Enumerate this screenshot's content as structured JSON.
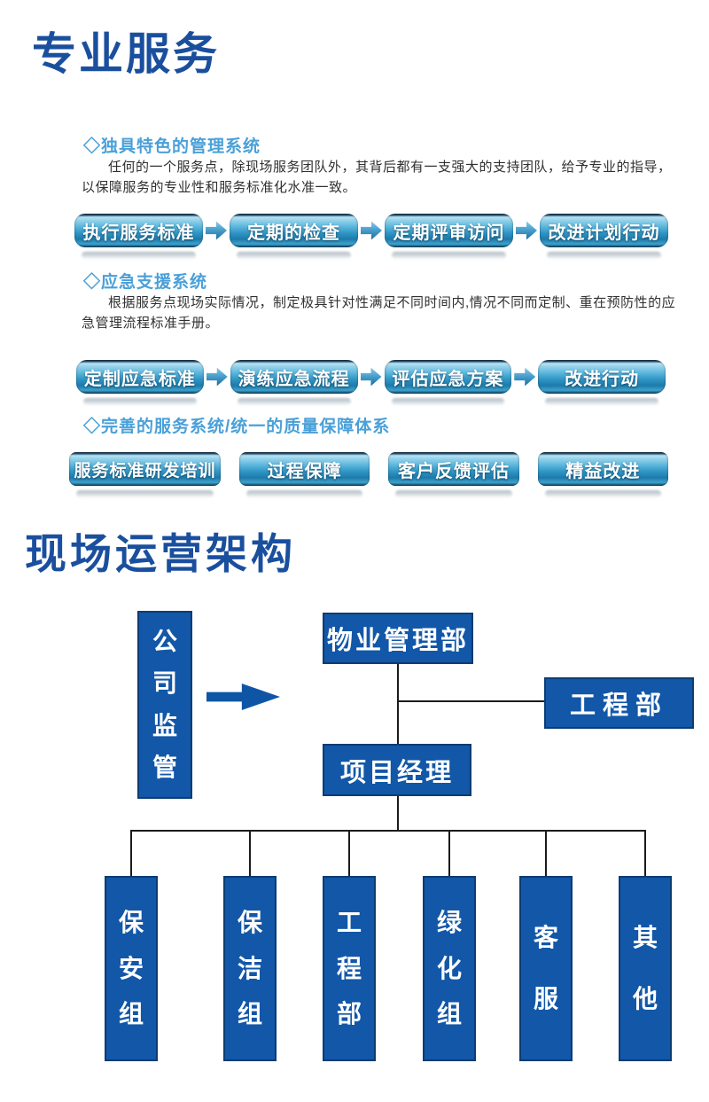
{
  "titles": {
    "services": "专业服务",
    "operations": "现场运营架构"
  },
  "sections": [
    {
      "heading": "◇独具特色的管理系统",
      "body": "任何的一个服务点，除现场服务团队外，其背后都有一支强大的支持团队，给予专业的指导，以保障服务的专业性和服务标准化水准一致。",
      "steps": [
        "执行服务标准",
        "定期的检查",
        "定期评审访问",
        "改进计划行动"
      ],
      "connected": true
    },
    {
      "heading": "◇应急支援系统",
      "body": "根据服务点现场实际情况，制定极具针对性满足不同时间内,情况不同而定制、重在预防性的应急管理流程标准手册。",
      "steps": [
        "定制应急标准",
        "演练应急流程",
        "评估应急方案",
        "改进行动"
      ],
      "connected": true
    },
    {
      "heading": "◇完善的服务系统/统一的质量保障体系",
      "body": "",
      "steps": [
        "服务标准研发培训",
        "过程保障",
        "客户反馈评估",
        "精益改进"
      ],
      "connected": false
    }
  ],
  "org_chart": {
    "supervisor": "公司监管",
    "root": "物业管理部",
    "branch": "工程部",
    "manager": "项目经理",
    "teams": [
      "保安组",
      "保洁组",
      "工程部",
      "绿化组",
      "客服",
      "其他"
    ]
  },
  "colors": {
    "title_blue": "#1a4f9e",
    "section_heading_blue": "#4aa0d8",
    "org_box_blue": "#1257a8",
    "org_box_border": "#0d3c72",
    "pill_gradient_mid": "#2f95c4",
    "connector_line": "#1b1b1b",
    "body_text": "#303030"
  }
}
